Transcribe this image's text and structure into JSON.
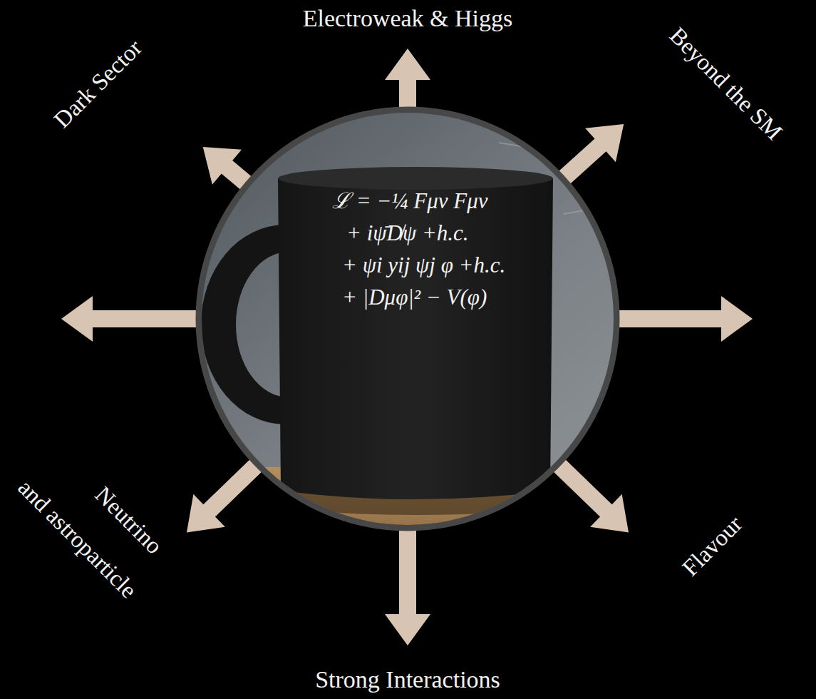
{
  "diagram": {
    "labels": [
      "Electroweak & Higgs",
      "Beyond the SM",
      "Flavour",
      "Strong Interactions",
      "Neutrino",
      "and astroparticle",
      "Dark Sector",
      "ℒ = −¼ Fμν Fμν",
      "+ iψ̄D̸ψ +h.c.",
      "+ ψi yij ψj φ +h.c.",
      "+ |Dμφ|² − V(φ)"
    ]
  }
}
